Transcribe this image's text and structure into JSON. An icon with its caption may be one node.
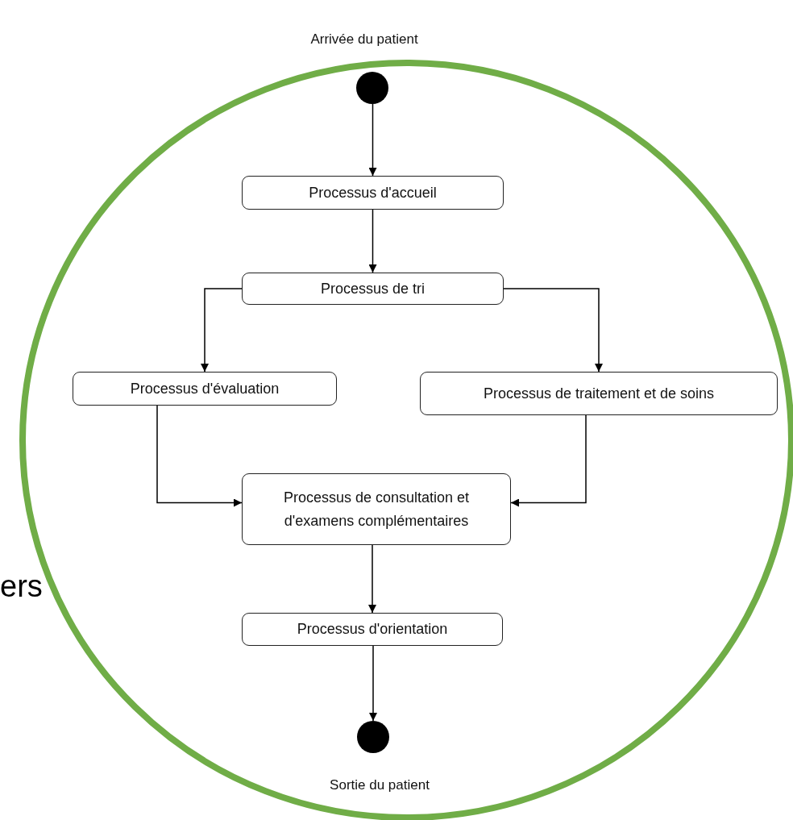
{
  "diagram": {
    "nodes": [
      {
        "text": [],
        "shape": "circle",
        "beside": [
          "Arrivée du patient"
        ]
      },
      {
        "text": [
          "Processus d'accueil"
        ]
      },
      {
        "text": [
          "Processus de tri"
        ]
      },
      {
        "text": [
          "Processus d'évaluation"
        ]
      },
      {
        "text": [
          "Processus de traitement et de soins"
        ]
      },
      {
        "text": [
          "Processus de consultation et d'examens complémentaires"
        ]
      },
      {
        "text": [
          "Processus d'orientation"
        ]
      },
      {
        "text": [],
        "shape": "circle",
        "beside": [
          "Sortie du patient"
        ]
      }
    ],
    "edges": [
      {
        "from": 0,
        "to": 1,
        "arrow": "to"
      },
      {
        "from": 1,
        "to": 2,
        "arrow": "to"
      },
      {
        "from": 2,
        "to": 3,
        "arrow": "to"
      },
      {
        "from": 2,
        "to": 4,
        "arrow": "to"
      },
      {
        "from": 3,
        "to": 5,
        "arrow": "to"
      },
      {
        "from": 4,
        "to": 5,
        "arrow": "to"
      },
      {
        "from": 5,
        "to": 6,
        "arrow": "to"
      },
      {
        "from": 6,
        "to": 7,
        "arrow": "to"
      }
    ],
    "labels": [
      "ers"
    ]
  }
}
